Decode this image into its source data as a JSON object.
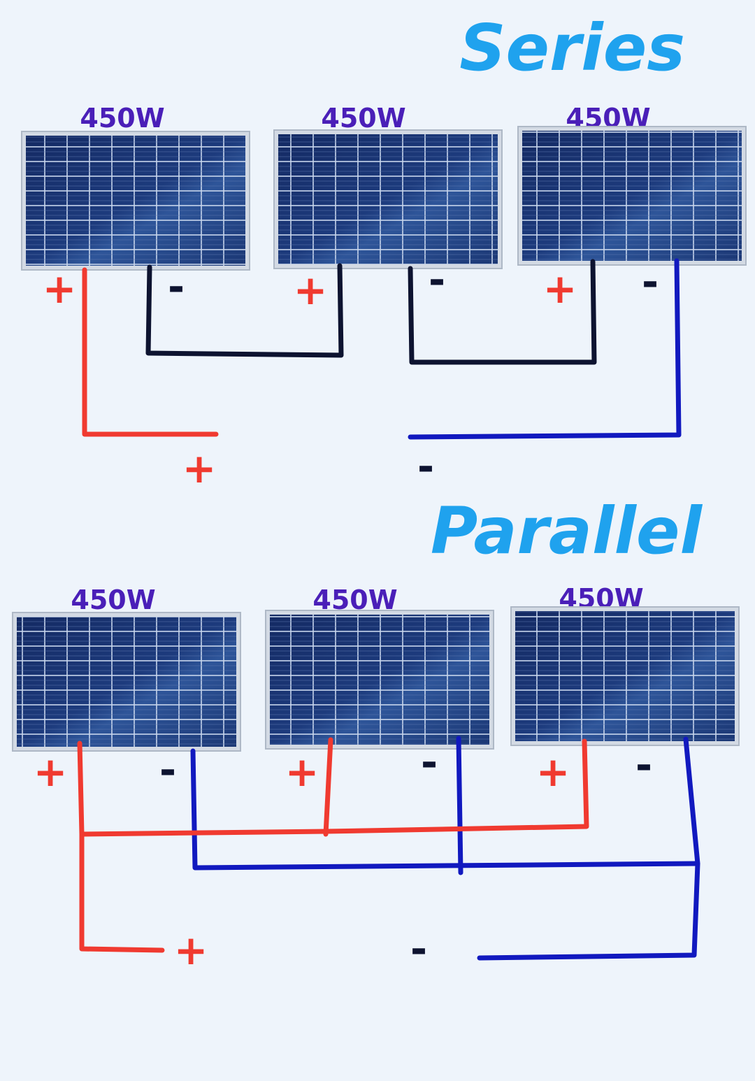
{
  "series": {
    "title": "Series",
    "panels": [
      {
        "label": "450W",
        "plus": "+",
        "minus": "-"
      },
      {
        "label": "450W",
        "plus": "+",
        "minus": "-"
      },
      {
        "label": "450W",
        "plus": "+",
        "minus": "-"
      }
    ],
    "output_plus": "+",
    "output_minus": "-"
  },
  "parallel": {
    "title": "Parallel",
    "panels": [
      {
        "label": "450W",
        "plus": "+",
        "minus": "-"
      },
      {
        "label": "450W",
        "plus": "+",
        "minus": "-"
      },
      {
        "label": "450W",
        "plus": "+",
        "minus": "-"
      }
    ],
    "output_plus": "+",
    "output_minus": "-"
  },
  "colors": {
    "background": "#eef4fb",
    "title": "#1fa2ee",
    "wattage": "#4a1fb8",
    "positive_wire": "#f03a30",
    "negative_wire": "#1119bf",
    "series_link_wire": "#0d1330",
    "panel_cell": "#1e3a78",
    "panel_frame": "#c9d1dc"
  }
}
